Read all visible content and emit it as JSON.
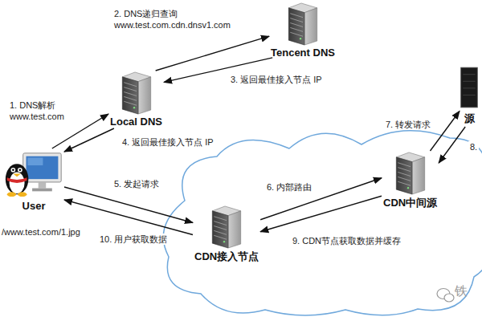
{
  "diagram": {
    "nodes": [
      {
        "text": [
          "User"
        ]
      },
      {
        "text": [
          "Local DNS"
        ]
      },
      {
        "text": [
          "Tencent DNS"
        ]
      },
      {
        "text": [
          "CDN接入节点"
        ]
      },
      {
        "text": [
          "CDN中间源"
        ]
      },
      {
        "text": [
          "源"
        ]
      }
    ],
    "edges": [
      {
        "from": 0,
        "to": 1,
        "label": "1. DNS解析 www.test.com",
        "arrow": "to"
      },
      {
        "from": 1,
        "to": 2,
        "label": "2. DNS递归查询 www.test.com.cdn.dnsv1.com",
        "arrow": "to"
      },
      {
        "from": 2,
        "to": 1,
        "label": "3. 返回最佳接入节点 IP",
        "arrow": "to"
      },
      {
        "from": 1,
        "to": 0,
        "label": "4. 返回最佳接入节点 IP",
        "arrow": "to"
      },
      {
        "from": 0,
        "to": 3,
        "label": "5. 发起请求",
        "arrow": "to"
      },
      {
        "from": 3,
        "to": 4,
        "label": "6. 内部路由",
        "arrow": "to"
      },
      {
        "from": 4,
        "to": 5,
        "label": "7. 转发请求",
        "arrow": "to"
      },
      {
        "from": 5,
        "to": 4,
        "label": "8.",
        "arrow": "to"
      },
      {
        "from": 4,
        "to": 3,
        "label": "9. CDN节点获取数据并缓存",
        "arrow": "to"
      },
      {
        "from": 3,
        "to": 0,
        "label": "10. 用户获取数据",
        "arrow": "to"
      }
    ],
    "labels": [
      "/www.test.com/1.jpg",
      "铁"
    ]
  }
}
